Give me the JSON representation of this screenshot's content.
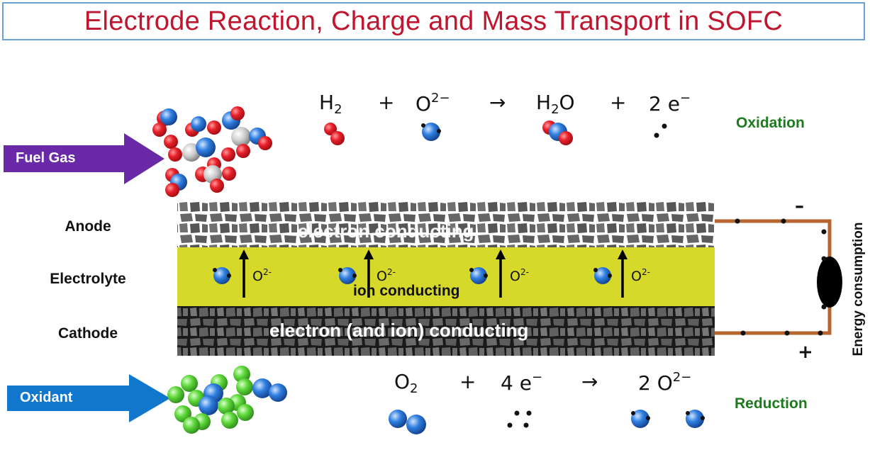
{
  "title": "Electrode Reaction, Charge and Mass Transport in SOFC",
  "oxidation": {
    "label": "Oxidation",
    "equation": {
      "t1": "H",
      "t1_sub": "2",
      "plus1": "+",
      "t2": "O",
      "t2_sup": "2−",
      "arrow": "→",
      "t3a": "H",
      "t3_sub": "2",
      "t3b": "O",
      "plus2": "+",
      "t4": "2 e",
      "t4_sup": "−"
    }
  },
  "reduction": {
    "label": "Reduction",
    "equation": {
      "t1": "O",
      "t1_sub": "2",
      "plus1": "+",
      "t2": "4 e",
      "t2_sup": "−",
      "arrow": "→",
      "t3": "2 O",
      "t3_sup": "2−"
    }
  },
  "inputs": {
    "fuel": "Fuel Gas",
    "oxidant": "Oxidant"
  },
  "layers": {
    "anode": {
      "label": "Anode",
      "text": "electron conducting"
    },
    "electrolyte": {
      "label": "Electrolyte",
      "text": "ion conducting"
    },
    "cathode": {
      "label": "Cathode",
      "text": "electron (and ion) conducting"
    }
  },
  "ion_migration": {
    "species": "O",
    "charge": "2-"
  },
  "circuit": {
    "load_label": "Energy consumption",
    "minus": "–",
    "plus": "+"
  },
  "colors": {
    "title": "#c0152f",
    "fuel_arrow": "#6a2aa8",
    "oxidant_arrow": "#1177cc",
    "electrolyte": "#d6d82a",
    "electrode": "#555555",
    "wire": "#b5652d",
    "green_text": "#1f7a1f",
    "hydrogen": "#e8202a",
    "oxygen": "#2f7fe0",
    "nitrogen": "#5ed93b"
  }
}
